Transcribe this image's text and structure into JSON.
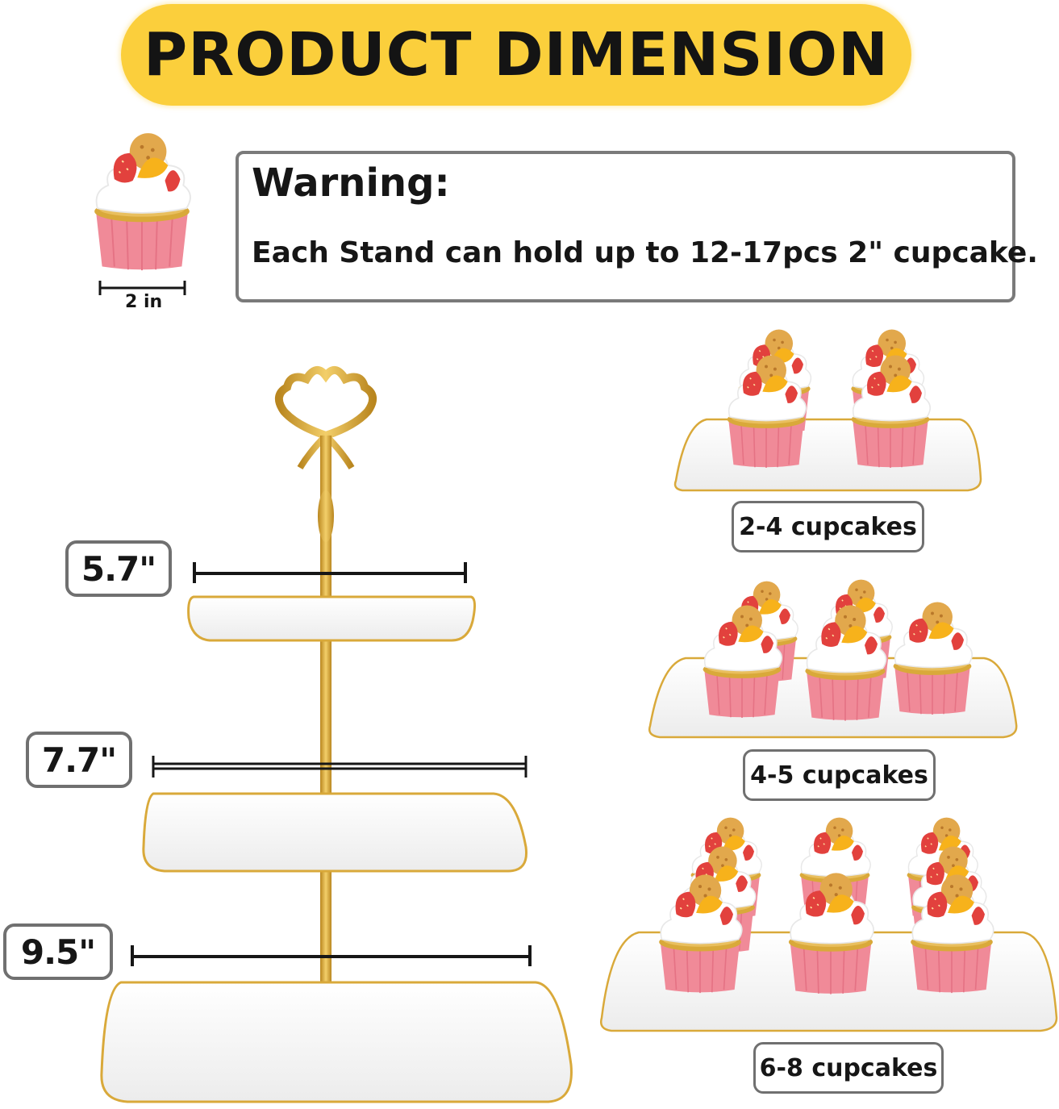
{
  "banner": {
    "title": "PRODUCT DIMENSION",
    "color": "#fbcf3c"
  },
  "reference": {
    "size_label": "2 in"
  },
  "warning": {
    "title": "Warning:",
    "text": "Each Stand can hold up to 12-17pcs 2\" cupcake."
  },
  "tiers": [
    {
      "dimension": "5.7\""
    },
    {
      "dimension": "7.7\""
    },
    {
      "dimension": "9.5\""
    }
  ],
  "capacity": [
    {
      "label": "2-4 cupcakes"
    },
    {
      "label": "4-5 cupcakes"
    },
    {
      "label": "6-8 cupcakes"
    }
  ],
  "colors": {
    "gold": "#d9a93a",
    "cupcake_liner": "#f08a98",
    "frosting": "#ffffff",
    "orange": "#f7b21b",
    "strawberry": "#e2413d"
  }
}
